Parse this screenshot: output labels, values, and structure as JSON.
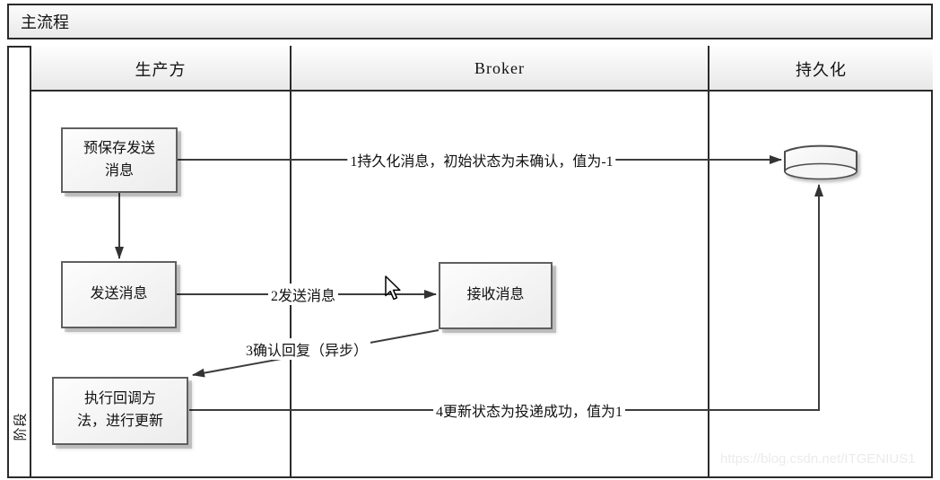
{
  "window": {
    "title": "主流程"
  },
  "phase": {
    "label": "阶段"
  },
  "lanes": [
    {
      "label": "生产方"
    },
    {
      "label": "Broker"
    },
    {
      "label": "持久化"
    }
  ],
  "nodes": {
    "presave": {
      "label": "预保存发送\n消息"
    },
    "send": {
      "label": "发送消息"
    },
    "receive": {
      "label": "接收消息"
    },
    "callback": {
      "label": "执行回调方\n法，进行更新"
    },
    "datastore": {
      "icon": "database-cylinder-icon"
    }
  },
  "edges": {
    "persist": {
      "label": "1持久化消息，初始状态为未确认，值为-1"
    },
    "send": {
      "label": "2发送消息"
    },
    "ack": {
      "label": "3确认回复（异步）"
    },
    "update": {
      "label": "4更新状态为投递成功，值为1"
    }
  },
  "watermark": "https://blog.csdn.net/ITGENIUS1",
  "colors": {
    "frame_border": "#2b2b2b",
    "node_border": "#5f5f5f",
    "edge_line": "#3d3d3d",
    "header_gradient_bottom": "#e7e7e7",
    "watermark_text": "#ebebeb"
  }
}
